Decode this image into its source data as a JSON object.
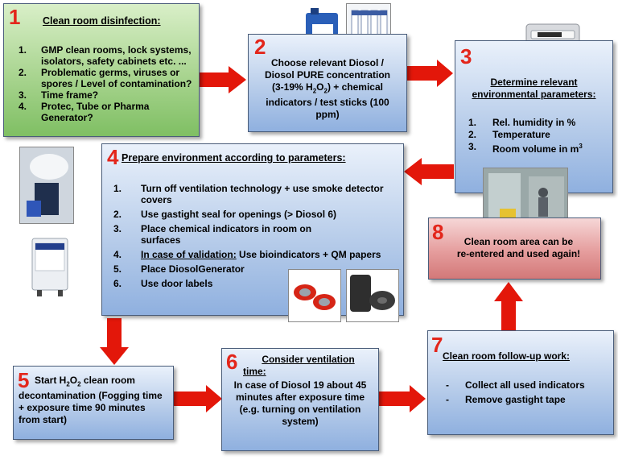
{
  "step1": {
    "number": "1",
    "title": "Clean room disinfection:",
    "items": [
      {
        "marker": "1.",
        "text": "GMP clean rooms, lock systems, isolators, safety cabinets etc. ..."
      },
      {
        "marker": "2.",
        "text": "Problematic germs, viruses or spores / Level of contamination?"
      },
      {
        "marker": "3.",
        "text": "Time frame?"
      },
      {
        "marker": "4.",
        "text": "Protec, Tube or Pharma Generator?"
      }
    ]
  },
  "step2": {
    "number": "2",
    "line1": "Choose relevant Diosol /",
    "line2": "Diosol PURE concentration",
    "line3_pre": "(3-19%  H",
    "sub2a": "2",
    "o": "O",
    "sub2b": "2",
    "line3_post": ") + chemical",
    "line4": "indicators / test sticks (100",
    "line5": "ppm)"
  },
  "step3": {
    "number": "3",
    "title_line1": "Determine relevant",
    "title_line2": "environmental parameters:",
    "items": [
      {
        "marker": "1.",
        "text": "Rel. humidity in %"
      },
      {
        "marker": "2.",
        "text": "Temperature"
      },
      {
        "marker": "3.",
        "text": "Room volume in m",
        "sup": "3"
      }
    ]
  },
  "step4": {
    "number": "4",
    "title": "Prepare environment according to parameters:",
    "items": [
      {
        "marker": "1.",
        "text": "Turn off ventilation technology + use smoke detector covers"
      },
      {
        "marker": "2.",
        "text": "Use gastight seal for openings (> Diosol 6)"
      },
      {
        "marker": "3.",
        "text": "Place chemical indicators in room on surfaces"
      },
      {
        "marker": "4.",
        "underlined": "In case of validation:",
        "text": " Use bioindicators + QM papers"
      },
      {
        "marker": "5.",
        "text": "Place DiosolGenerator"
      },
      {
        "marker": "6.",
        "text": "Use door labels"
      }
    ]
  },
  "step5": {
    "number": "5",
    "pre": "Start H",
    "sub1": "2",
    "o": "O",
    "sub2": "2",
    "post": " clean room decontamination (Fogging time + exposure time 90 minutes from start)"
  },
  "step6": {
    "number": "6",
    "title_line1": "Consider ventilation",
    "title_line2": "time:",
    "text": "In case of Diosol 19 about 45 minutes after exposure time (e.g. turning on ventilation system)"
  },
  "step7": {
    "number": "7",
    "title": "Clean room follow-up work:",
    "items": [
      {
        "marker": "-",
        "text": "Collect all used indicators"
      },
      {
        "marker": "-",
        "text": "Remove gastight tape"
      }
    ]
  },
  "step8": {
    "number": "8",
    "line1": "Clean room area can be",
    "line2": "re-entered and used again!"
  },
  "colors": {
    "arrow": "#e3170a",
    "number": "#e3261b"
  }
}
